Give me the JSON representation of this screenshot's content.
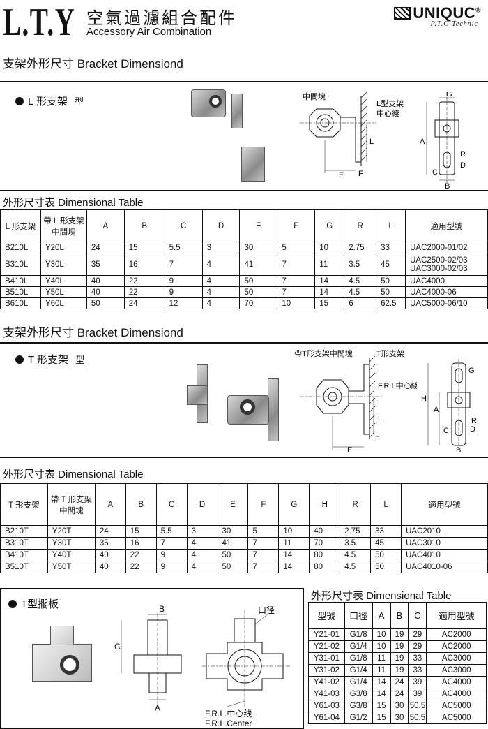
{
  "header": {
    "logo": "L.T.Y",
    "title_cn": "空氣過濾組合配件",
    "title_en": "Accessory Air Combination",
    "brand": "UNIQUC",
    "brand_reg": "®",
    "brand_sub": "P.T.C-Technic"
  },
  "section1": {
    "title": "支架外形尺寸 Bracket Dimensiond",
    "bullet": "L 形支架",
    "bullet_suffix": "型",
    "diagram": {
      "middle_block": "中間塊",
      "bracket": "L型支架",
      "center_line": "中心綫",
      "labels": [
        "G",
        "A",
        "L",
        "R",
        "D",
        "C",
        "B",
        "E",
        "F"
      ]
    },
    "table_title": "外形尺寸表  Dimensional Table",
    "headers": [
      "L 形支架",
      "帶 L 形支架\n中間塊",
      "A",
      "B",
      "C",
      "D",
      "E",
      "F",
      "G",
      "R",
      "L",
      "適用型號"
    ],
    "rows": [
      [
        "B210L",
        "Y20L",
        "24",
        "15",
        "5.5",
        "3",
        "30",
        "5",
        "10",
        "2.75",
        "33",
        "UAC2000-01/02"
      ],
      [
        "B310L",
        "Y30L",
        "35",
        "16",
        "7",
        "4",
        "41",
        "7",
        "11",
        "3.5",
        "45",
        "UAC2500-02/03\nUAC3000-02/03"
      ],
      [
        "B410L",
        "Y40L",
        "40",
        "22",
        "9",
        "4",
        "50",
        "7",
        "14",
        "4.5",
        "50",
        "UAC4000"
      ],
      [
        "B510L",
        "Y50L",
        "40",
        "22",
        "9",
        "4",
        "50",
        "7",
        "14",
        "4.5",
        "50",
        "UAC4000-06"
      ],
      [
        "B610L",
        "Y60L",
        "50",
        "24",
        "12",
        "4",
        "70",
        "10",
        "15",
        "6",
        "62.5",
        "UAC5000-06/10"
      ]
    ]
  },
  "section2": {
    "title": "支架外形尺寸 Bracket Dimensiond",
    "bullet": "T 形支架",
    "bullet_suffix": "型",
    "diagram": {
      "middle_block": "帶T形支架中間塊",
      "bracket": "T形支架",
      "center_line": "F.R.L中心綫",
      "labels": [
        "G",
        "H",
        "A",
        "C",
        "B",
        "D",
        "R",
        "E",
        "F",
        "L"
      ]
    },
    "table_title": "外形尺寸表  Dimensional Table",
    "headers": [
      "T 形支架",
      "帶 T 形支架\n中間塊",
      "A",
      "B",
      "C",
      "D",
      "E",
      "F",
      "G",
      "H",
      "R",
      "L",
      "適用型號"
    ],
    "rows": [
      [
        "B210T",
        "Y20T",
        "24",
        "15",
        "5.5",
        "3",
        "30",
        "5",
        "10",
        "40",
        "2.75",
        "33",
        "UAC2010"
      ],
      [
        "B310T",
        "Y30T",
        "35",
        "16",
        "7",
        "4",
        "41",
        "7",
        "11",
        "70",
        "3.5",
        "45",
        "UAC3010"
      ],
      [
        "B410T",
        "Y40T",
        "40",
        "22",
        "9",
        "4",
        "50",
        "7",
        "14",
        "80",
        "4.5",
        "50",
        "UAC4010"
      ],
      [
        "B510T",
        "Y50T",
        "40",
        "22",
        "9",
        "4",
        "50",
        "7",
        "14",
        "80",
        "4.5",
        "50",
        "UAC4010-06"
      ]
    ]
  },
  "section3": {
    "bullet": "T型擱板",
    "diagram": {
      "port": "口径",
      "center_cn": "F.R.L.中心线",
      "center_en": "F.R.L.Center",
      "labels": [
        "B",
        "C",
        "A"
      ]
    },
    "table_title": "外形尺寸表  Dimensional Table",
    "headers": [
      "型號",
      "口徑",
      "A",
      "B",
      "C",
      "適用型號"
    ],
    "rows": [
      [
        "Y21-01",
        "G1/8",
        "10",
        "19",
        "29",
        "AC2000"
      ],
      [
        "Y21-02",
        "G1/4",
        "10",
        "19",
        "29",
        "AC2000"
      ],
      [
        "Y31-01",
        "G1/8",
        "11",
        "19",
        "33",
        "AC3000"
      ],
      [
        "Y31-02",
        "G1/4",
        "11",
        "19",
        "33",
        "AC3000"
      ],
      [
        "Y41-02",
        "G1/4",
        "14",
        "24",
        "39",
        "AC4000"
      ],
      [
        "Y41-03",
        "G3/8",
        "14",
        "24",
        "39",
        "AC4000"
      ],
      [
        "Y61-03",
        "G3/8",
        "15",
        "30",
        "50.5",
        "AC5000"
      ],
      [
        "Y61-04",
        "G1/2",
        "15",
        "30",
        "50.5",
        "AC5000"
      ]
    ]
  }
}
